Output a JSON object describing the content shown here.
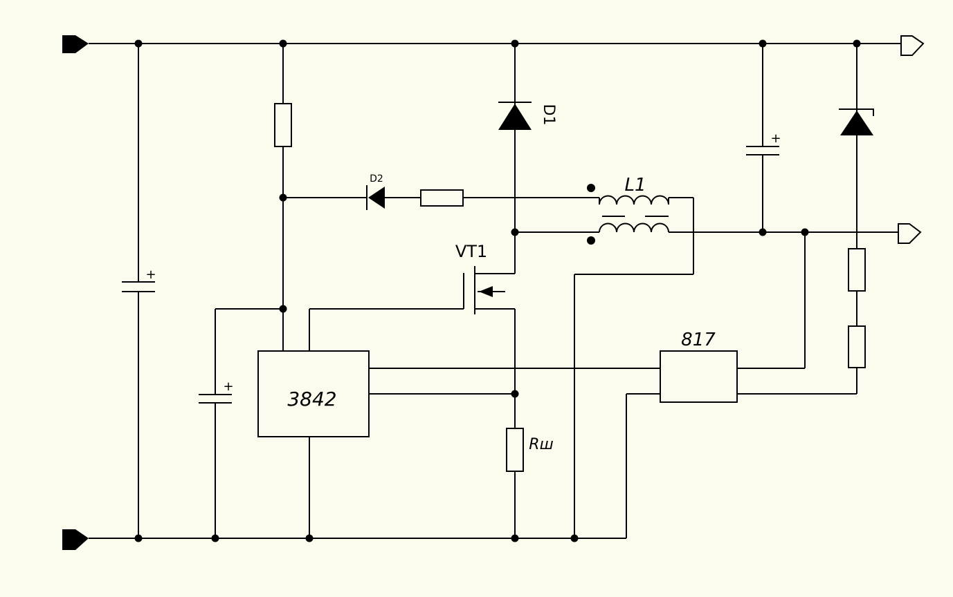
{
  "labels": {
    "d1": "D1",
    "d2": "D2",
    "l1": "L1",
    "vt1": "VT1",
    "ic": "3842",
    "opto": "817",
    "shunt": "Rш",
    "plus": "+"
  },
  "colors": {
    "background": "#fcfcee",
    "wire": "#000000"
  },
  "terminals": {
    "input_positive": "filled-arrow-icon",
    "input_negative": "filled-arrow-icon",
    "output_positive": "hollow-arrow-icon",
    "output_return": "hollow-arrow-icon"
  }
}
